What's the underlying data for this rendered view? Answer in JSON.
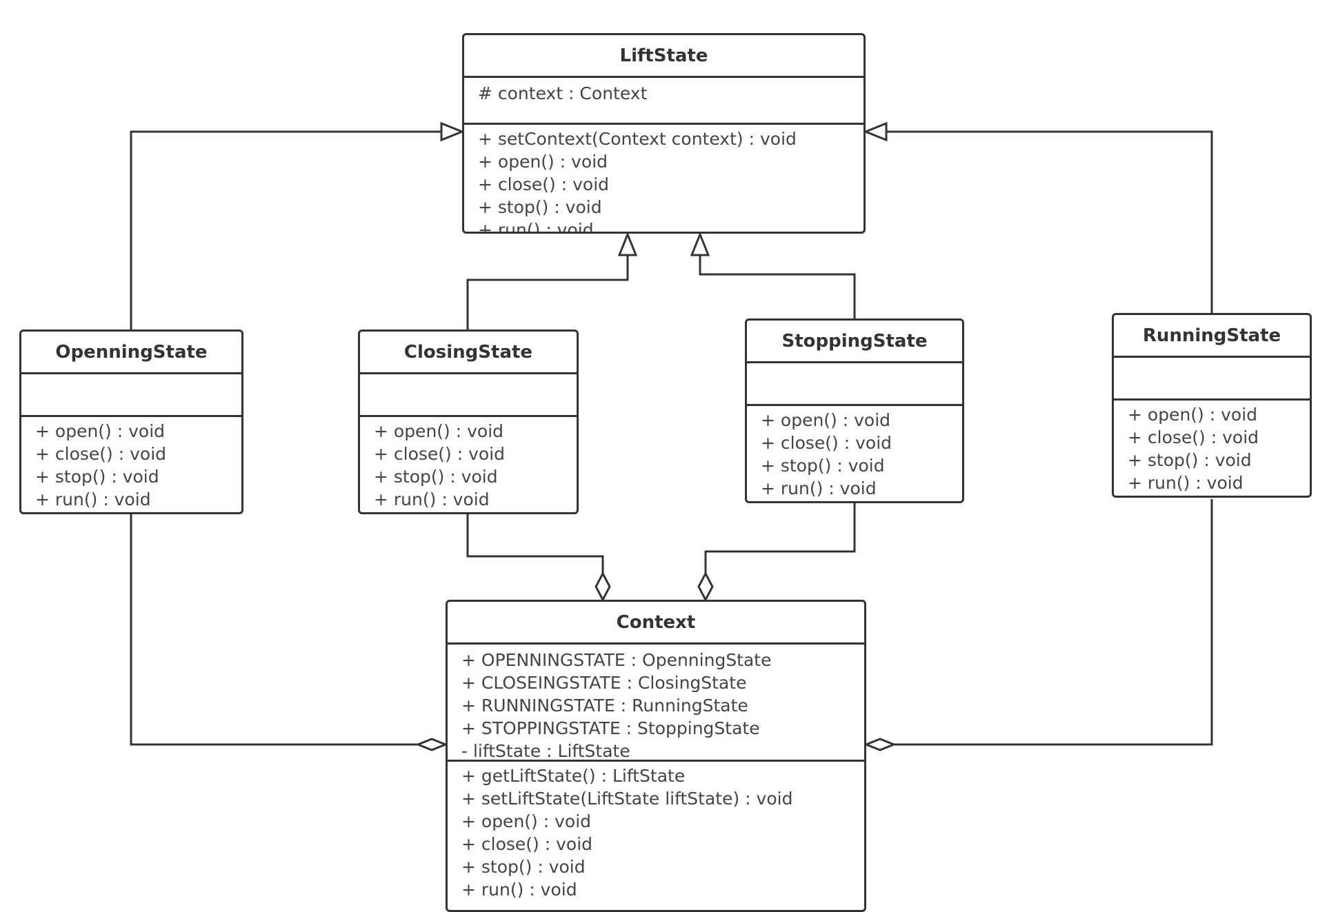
{
  "diagram": {
    "classes": [
      {
        "id": "liftstate",
        "name": "LiftState",
        "attributes": [
          "# context : Context"
        ],
        "operations": [
          "+ setContext(Context context) : void",
          "+ open() : void",
          "+ close() : void",
          "+ stop() : void",
          "+ run() : void"
        ]
      },
      {
        "id": "openningstate",
        "name": "OpenningState",
        "attributes": [],
        "operations": [
          "+ open() : void",
          "+ close() : void",
          "+ stop() : void",
          "+ run() : void"
        ]
      },
      {
        "id": "closingstate",
        "name": "ClosingState",
        "attributes": [],
        "operations": [
          "+ open() : void",
          "+ close() : void",
          "+ stop() : void",
          "+ run() : void"
        ]
      },
      {
        "id": "stoppingstate",
        "name": "StoppingState",
        "attributes": [],
        "operations": [
          "+ open() : void",
          "+ close() : void",
          "+ stop() : void",
          "+ run() : void"
        ]
      },
      {
        "id": "runningstate",
        "name": "RunningState",
        "attributes": [],
        "operations": [
          "+ open() : void",
          "+ close() : void",
          "+ stop() : void",
          "+ run() : void"
        ]
      },
      {
        "id": "context",
        "name": "Context",
        "attributes": [
          "+ OPENNINGSTATE : OpenningState",
          "+ CLOSEINGSTATE : ClosingState",
          "+ RUNNINGSTATE : RunningState",
          "+ STOPPINGSTATE : StoppingState",
          "- liftState : LiftState"
        ],
        "operations": [
          "+ getLiftState() : LiftState",
          "+ setLiftState(LiftState liftState) : void",
          "+ open() : void",
          "+ close() : void",
          "+ stop() : void",
          "+ run() : void"
        ]
      }
    ],
    "relationships": [
      {
        "type": "generalization",
        "from": "openningstate",
        "to": "liftstate"
      },
      {
        "type": "generalization",
        "from": "closingstate",
        "to": "liftstate"
      },
      {
        "type": "generalization",
        "from": "stoppingstate",
        "to": "liftstate"
      },
      {
        "type": "generalization",
        "from": "runningstate",
        "to": "liftstate"
      },
      {
        "type": "aggregation",
        "from": "openningstate",
        "to": "context"
      },
      {
        "type": "aggregation",
        "from": "closingstate",
        "to": "context"
      },
      {
        "type": "aggregation",
        "from": "stoppingstate",
        "to": "context"
      },
      {
        "type": "aggregation",
        "from": "runningstate",
        "to": "context"
      }
    ],
    "colors": {
      "line": "#333333",
      "text": "#444444",
      "background": "#ffffff"
    }
  }
}
